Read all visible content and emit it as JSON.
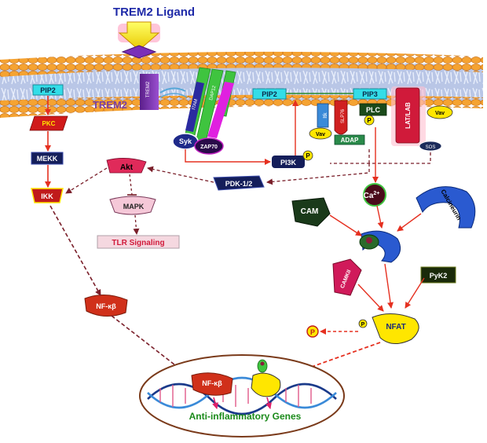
{
  "title": "TREM2 Ligand",
  "receptor": {
    "label": "TREM2",
    "chain_label": "TREM2"
  },
  "adaptors": {
    "dap12": "DAP12",
    "itam": "ITAM"
  },
  "membrane_components": {
    "pip2_left": "PIP2",
    "pip2_center": "PIP2",
    "pip3": "PIP3",
    "itk": "Itk",
    "slp76": "SLP76",
    "plc": "PLC",
    "lat_lab": "LAT/LAB",
    "vav_left": "Vav",
    "vav_right": "Vav",
    "adap": "ADAP",
    "sos": "SOS"
  },
  "kinases": {
    "syk": "Syk",
    "zap70": "ZAP70",
    "pi3k": "PI3K",
    "pdk": "PDK-1/2",
    "akt": "Akt",
    "mapk": "MAPK",
    "pkc": "PKC",
    "mekk": "MEKK",
    "ikk": "IKK",
    "camkii": "CAMKII",
    "pyk2": "PyK2"
  },
  "outputs": {
    "tlr": "TLR Signaling",
    "nfkb": "NF-κβ",
    "nfkb_nucleus": "NF-κβ",
    "nfat": "NFAT",
    "genes": "Anti-inflammatory Genes"
  },
  "calcium": {
    "base": "Ca",
    "charge": "2+"
  },
  "calcium_proteins": {
    "cam": "CAM",
    "calcineurin": "Calcineurin"
  },
  "phospho": "P",
  "colors": {
    "activation_arrow": "#e53020",
    "indirect_arrow": "#7a1f2a",
    "title": "#1f2aa8",
    "genes_text": "#1a8a1a",
    "membrane_lipid": "#f5a332",
    "trem2_purple": "#7b3fa0"
  }
}
